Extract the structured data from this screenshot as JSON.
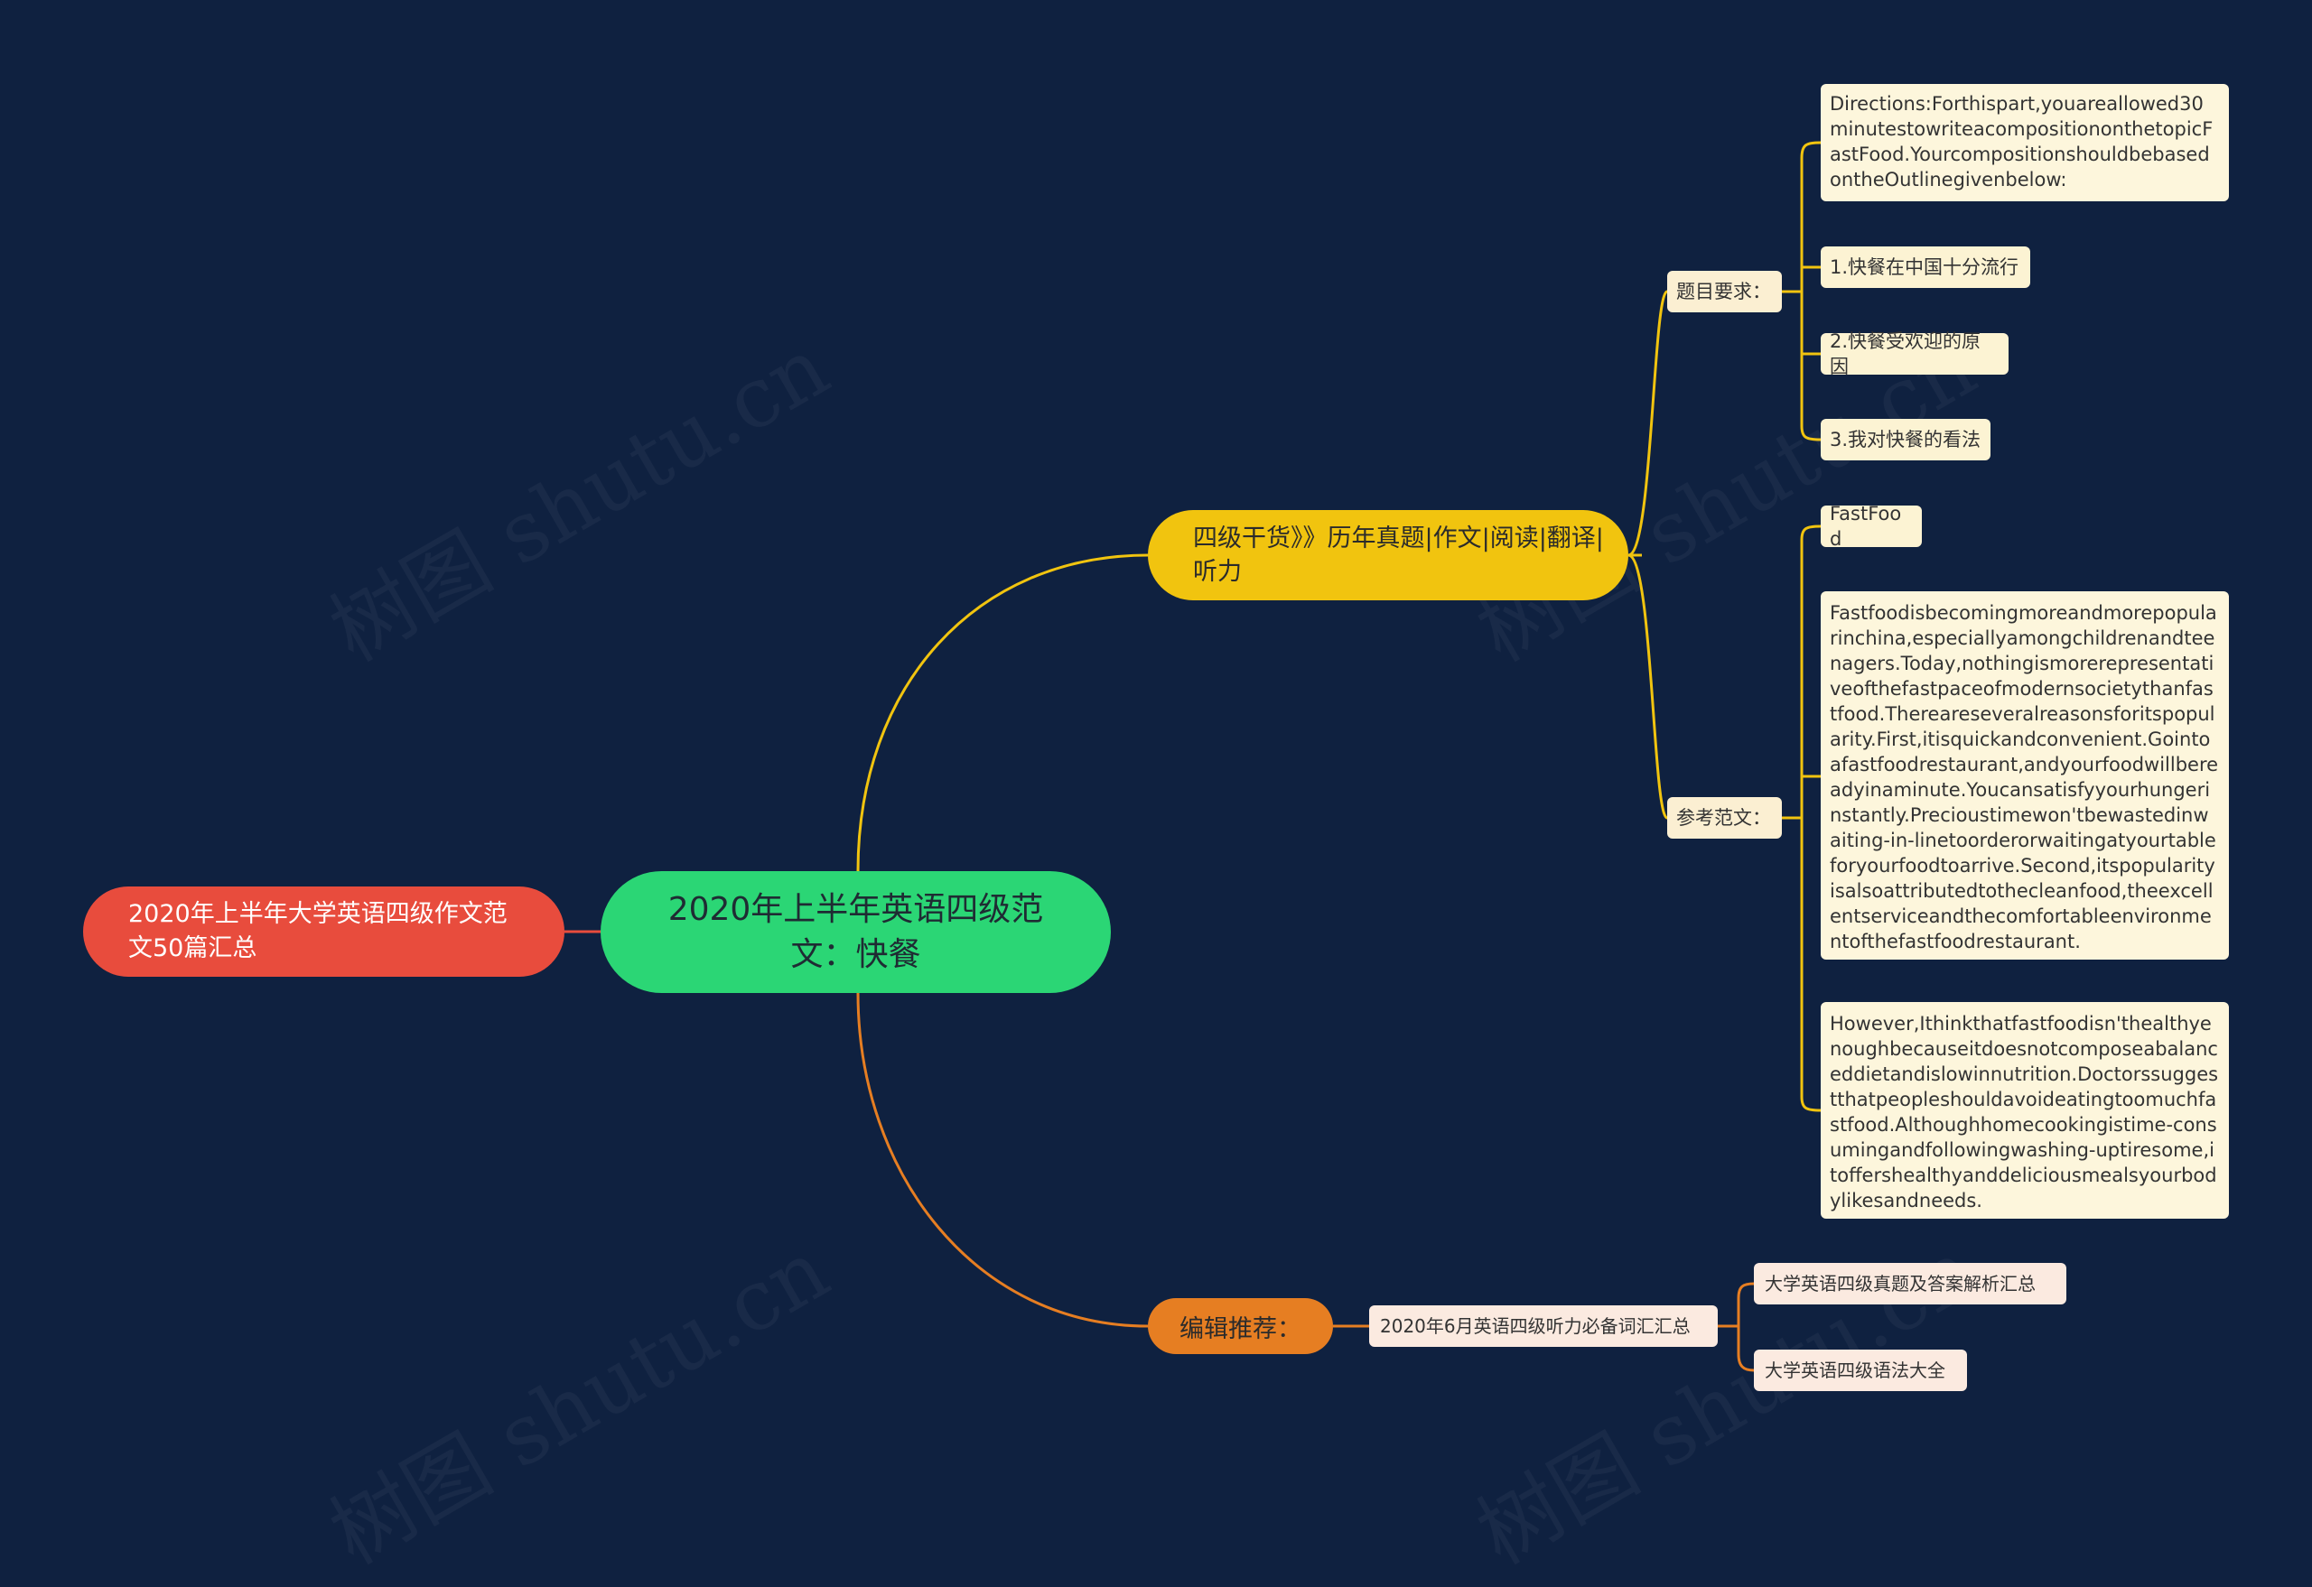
{
  "watermark": "树图 shutu.cn",
  "colors": {
    "background": "#0f2140",
    "root": "#2bd675",
    "left_node": "#e84c3d",
    "branch_yellow": "#f1c40f",
    "branch_orange": "#e67e22",
    "link_yellow": "#f1c40f",
    "link_orange": "#e67e22",
    "link_red": "#e84c3d"
  },
  "root": {
    "label": "2020年上半年英语四级范文：快餐"
  },
  "left_node": {
    "label": "2020年上半年大学英语四级作文范文50篇汇总"
  },
  "branch_main": {
    "label": "四级干货》》历年真题|作文|阅读|翻译|听力",
    "topic_req": {
      "label": "题目要求：",
      "items": [
        "Directions:Forthispart,youareallowed30minutestowriteacompositiononthetopicFastFood.YourcompositionshouldbebasedontheOutlinegivenbelow:",
        "1.快餐在中国十分流行",
        "2.快餐受欢迎的原因",
        "3.我对快餐的看法"
      ]
    },
    "sample": {
      "label": "参考范文：",
      "items": [
        "FastFood",
        "Fastfoodisbecomingmoreandmorepopularinchina,especiallyamongchildrenandteenagers.Today,nothingismorerepresentativeofthefastpaceofmodernsocietythanfastfood.Thereareseveralreasonsforitspopularity.First,itisquickandconvenient.Gointoafastfoodrestaurant,andyourfoodwillbereadyinaminute.Youcansatisfyyourhungerinstantly.Precioustimewon'tbewastedinwaiting-in-linetoorderorwaitingatyourtableforyourfoodtoarrive.Second,itspopularityisalsoattributedtothecleanfood,theexcellentserviceandthecomfortableenvironmentofthefastfoodrestaurant.",
        "However,Ithinkthatfastfoodisn'thealthyenoughbecauseitdoesnotcomposeabalanceddietandislowinnutrition.Doctorssuggestthatpeopleshouldavoideatingtoomuchfastfood.Althoughhomecookingistime-consumingandfollowingwashing-uptiresome,itoffershealthyanddeliciousmealsyourbodylikesandneeds."
      ]
    }
  },
  "branch_editor": {
    "label": "编辑推荐：",
    "child": {
      "label": "2020年6月英语四级听力必备词汇汇总"
    },
    "leaves": [
      "大学英语四级真题及答案解析汇总",
      "大学英语四级语法大全"
    ]
  }
}
